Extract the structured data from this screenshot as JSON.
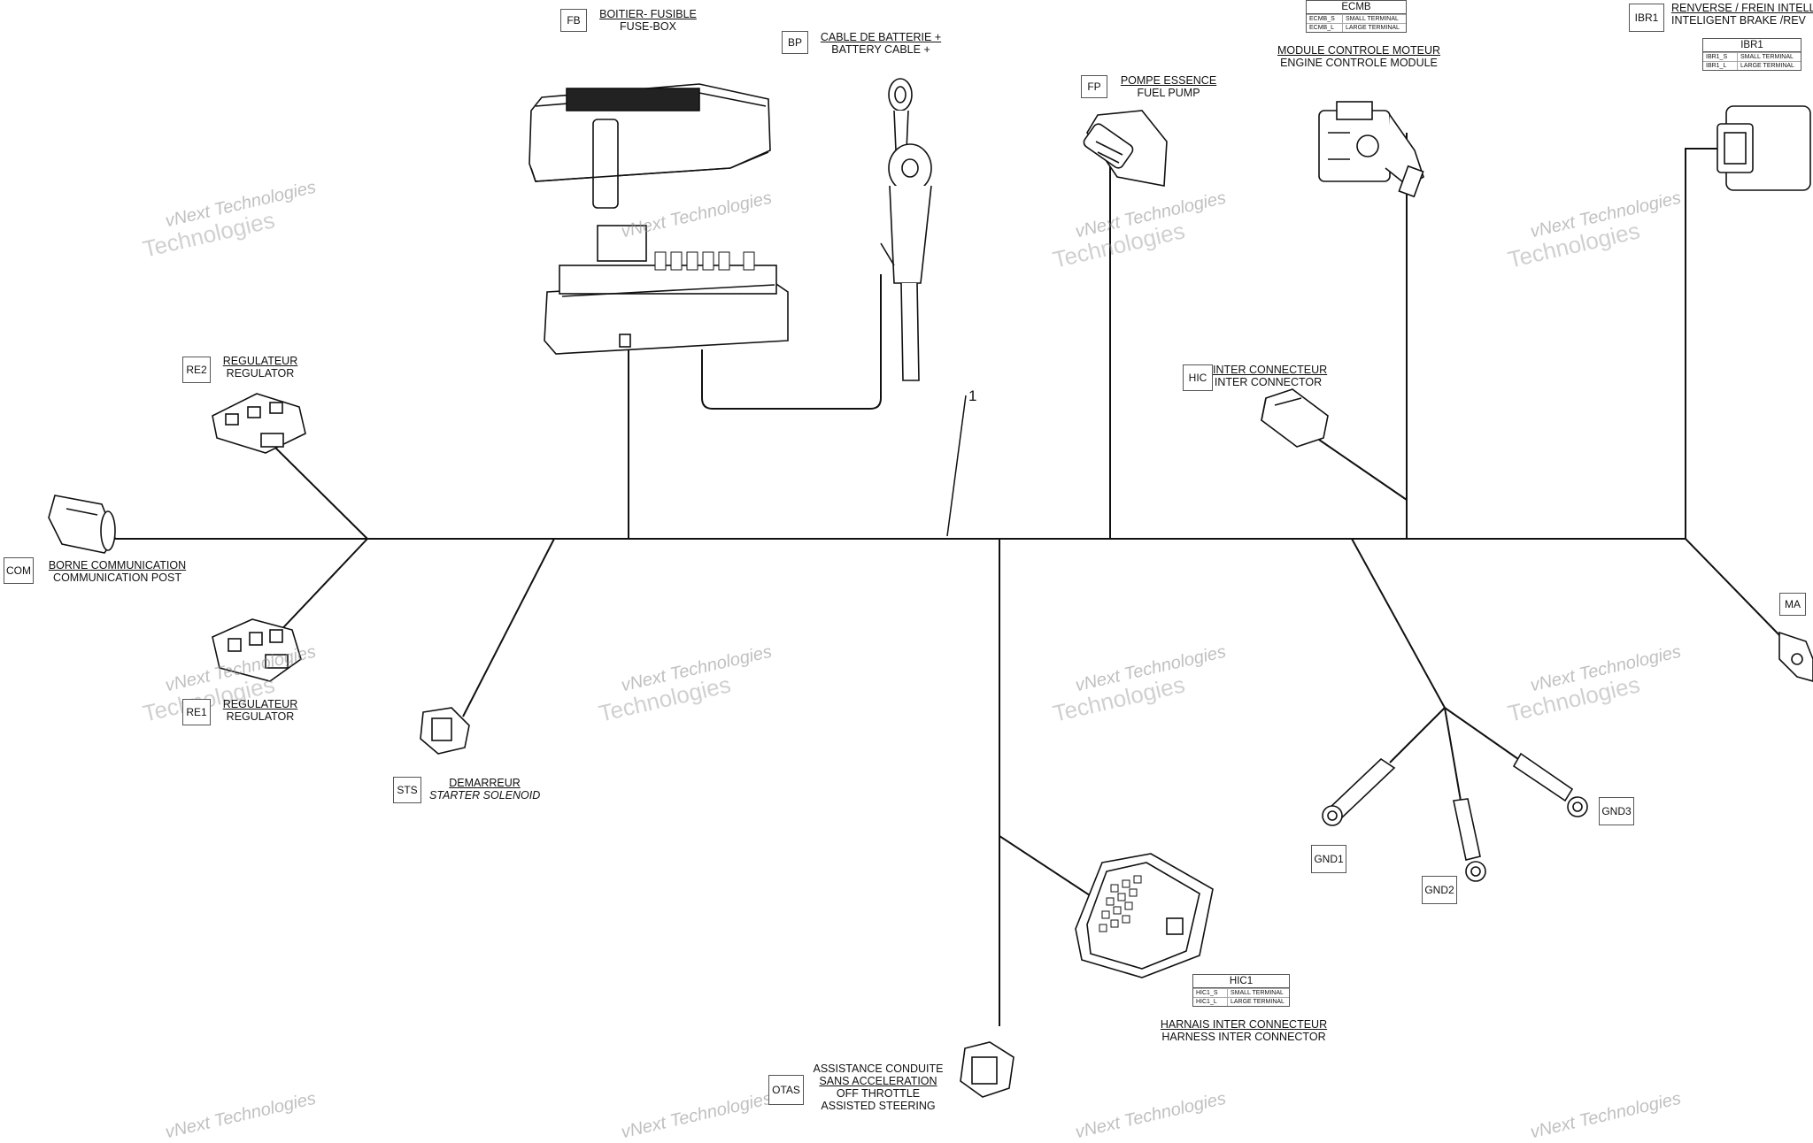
{
  "watermark": {
    "line1": "vNext Technologies",
    "line2": "Technologies",
    "line0": "vNext"
  },
  "callout": "1",
  "connectors": {
    "FB": {
      "code": "FB",
      "fr": "BOITIER- FUSIBLE",
      "en": "FUSE-BOX"
    },
    "BP": {
      "code": "BP",
      "fr": "CABLE DE BATTERIE +",
      "en": "BATTERY CABLE +"
    },
    "FP": {
      "code": "FP",
      "fr": "POMPE ESSENCE",
      "en": "FUEL PUMP"
    },
    "ECMB": {
      "code": "ECMB",
      "fr": "MODULE CONTROLE MOTEUR",
      "en": "ENGINE CONTROLE MODULE",
      "rows": [
        [
          "ECMB_S",
          "SMALL TERMINAL"
        ],
        [
          "ECMB_L",
          "LARGE TERMINAL"
        ]
      ]
    },
    "IBR1": {
      "code": "IBR1",
      "fr": "RENVERSE / FREIN INTELL",
      "en": "INTELIGENT BRAKE /REV",
      "rows": [
        [
          "IBR1_S",
          "SMALL TERMINAL"
        ],
        [
          "IBR1_L",
          "LARGE TERMINAL"
        ]
      ]
    },
    "RE2": {
      "code": "RE2",
      "fr": "REGULATEUR",
      "en": "REGULATOR"
    },
    "RE1": {
      "code": "RE1",
      "fr": "REGULATEUR",
      "en": "REGULATOR"
    },
    "COM": {
      "code": "COM",
      "fr": "BORNE COMMUNICATION",
      "en": "COMMUNICATION POST"
    },
    "HIC": {
      "code": "HIC",
      "fr": "INTER CONNECTEUR",
      "en": "INTER CONNECTOR"
    },
    "STS": {
      "code": "STS",
      "fr": "DEMARREUR",
      "en": "STARTER SOLENOID"
    },
    "MA": {
      "code": "MA"
    },
    "GND1": {
      "code": "GND1"
    },
    "GND2": {
      "code": "GND2"
    },
    "GND3": {
      "code": "GND3"
    },
    "HIC1": {
      "code": "HIC1",
      "fr": "HARNAIS INTER CONNECTEUR",
      "en": "HARNESS INTER CONNECTOR",
      "rows": [
        [
          "HIC1_S",
          "SMALL TERMINAL"
        ],
        [
          "HIC1_L",
          "LARGE TERMINAL"
        ]
      ]
    },
    "OTAS": {
      "code": "OTAS",
      "fr1": "ASSISTANCE CONDUITE",
      "fr2": "SANS ACCELERATION",
      "en1": "OFF THROTTLE",
      "en2": "ASSISTED STEERING"
    }
  }
}
